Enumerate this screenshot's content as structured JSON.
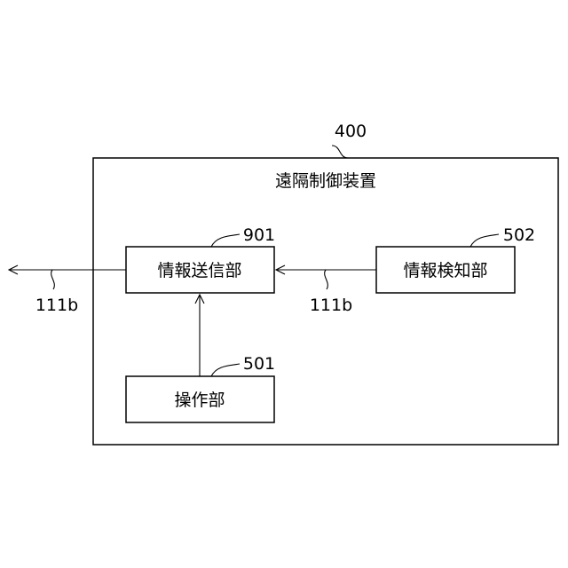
{
  "outer": {
    "ref": "400",
    "title": "遠隔制御装置"
  },
  "blocks": {
    "info_transmitter": {
      "ref": "901",
      "label": "情報送信部"
    },
    "info_detector": {
      "ref": "502",
      "label": "情報検知部"
    },
    "operation": {
      "ref": "501",
      "label": "操作部"
    }
  },
  "signals": {
    "output": "111b",
    "internal": "111b"
  }
}
